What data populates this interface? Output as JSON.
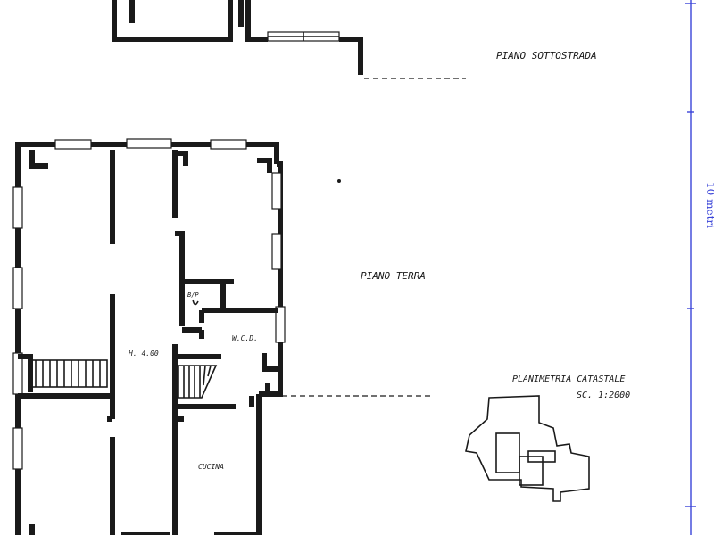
{
  "labels": {
    "basement": "PIANO SOTTOSTRADA",
    "ground_floor": "PIANO TERRA",
    "height": "H. 4.00",
    "bathroom": "B/P",
    "wc": "W.C.D.",
    "kitchen": "CUCINA",
    "site_plan_title": "PLANIMETRIA CATASTALE",
    "site_plan_scale": "SC. 1:2000"
  },
  "scale_bar": {
    "label": "10 metri",
    "color": "#3a44d8"
  }
}
